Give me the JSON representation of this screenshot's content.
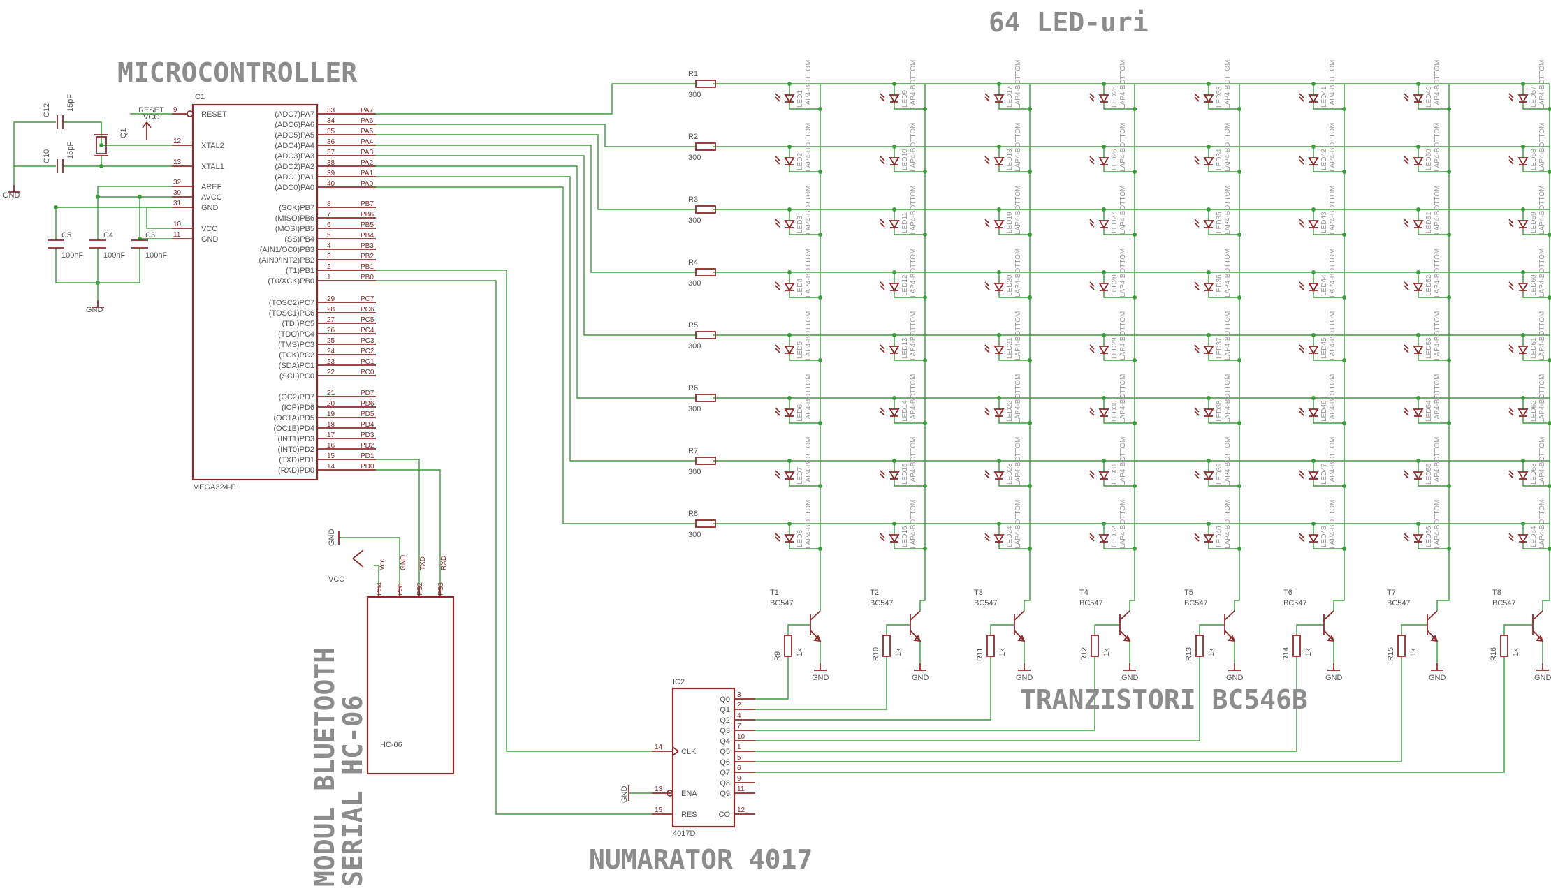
{
  "titles": {
    "leds": "64 LED-uri",
    "mcu": "MICROCONTROLLER",
    "tranzistori": "TRANZISTORI BC546B",
    "numarator": "NUMARATOR 4017",
    "bt_line1": "MODUL BLUETOOTH",
    "bt_line2": "SERIAL HC-06"
  },
  "mcu": {
    "ref": "IC1",
    "part": "MEGA324-P",
    "left_pins": [
      {
        "num": "9",
        "name": "RESET"
      },
      {
        "num": "12",
        "name": "XTAL2"
      },
      {
        "num": "13",
        "name": "XTAL1"
      },
      {
        "num": "32",
        "name": "AREF"
      },
      {
        "num": "30",
        "name": "AVCC"
      },
      {
        "num": "31",
        "name": "GND"
      },
      {
        "num": "10",
        "name": "VCC"
      },
      {
        "num": "11",
        "name": "GND"
      }
    ],
    "porta": [
      {
        "num": "33",
        "func": "(ADC7)PA7",
        "net": "PA7"
      },
      {
        "num": "34",
        "func": "(ADC6)PA6",
        "net": "PA6"
      },
      {
        "num": "35",
        "func": "(ADC5)PA5",
        "net": "PA5"
      },
      {
        "num": "36",
        "func": "(ADC4)PA4",
        "net": "PA4"
      },
      {
        "num": "37",
        "func": "(ADC3)PA3",
        "net": "PA3"
      },
      {
        "num": "38",
        "func": "(ADC2)PA2",
        "net": "PA2"
      },
      {
        "num": "39",
        "func": "(ADC1)PA1",
        "net": "PA1"
      },
      {
        "num": "40",
        "func": "(ADC0)PA0",
        "net": "PA0"
      }
    ],
    "portb": [
      {
        "num": "8",
        "func": "(SCK)PB7",
        "net": "PB7"
      },
      {
        "num": "7",
        "func": "(MISO)PB6",
        "net": "PB6"
      },
      {
        "num": "6",
        "func": "(MOSI)PB5",
        "net": "PB5"
      },
      {
        "num": "5",
        "func": "(SS)PB4",
        "net": "PB4"
      },
      {
        "num": "4",
        "func": "(AIN1/OC0)PB3",
        "net": "PB3"
      },
      {
        "num": "3",
        "func": "(AIN0/INT2)PB2",
        "net": "PB2"
      },
      {
        "num": "2",
        "func": "(T1)PB1",
        "net": "PB1"
      },
      {
        "num": "1",
        "func": "(T0/XCK)PB0",
        "net": "PB0"
      }
    ],
    "portc": [
      {
        "num": "29",
        "func": "(TOSC2)PC7",
        "net": "PC7"
      },
      {
        "num": "28",
        "func": "(TOSC1)PC6",
        "net": "PC6"
      },
      {
        "num": "27",
        "func": "(TDI)PC5",
        "net": "PC5"
      },
      {
        "num": "26",
        "func": "(TDO)PC4",
        "net": "PC4"
      },
      {
        "num": "25",
        "func": "(TMS)PC3",
        "net": "PC3"
      },
      {
        "num": "24",
        "func": "(TCK)PC2",
        "net": "PC2"
      },
      {
        "num": "23",
        "func": "(SDA)PC1",
        "net": "PC1"
      },
      {
        "num": "22",
        "func": "(SCL)PC0",
        "net": "PC0"
      }
    ],
    "portd": [
      {
        "num": "21",
        "func": "(OC2)PD7",
        "net": "PD7"
      },
      {
        "num": "20",
        "func": "(ICP)PD6",
        "net": "PD6"
      },
      {
        "num": "19",
        "func": "(OC1A)PD5",
        "net": "PD5"
      },
      {
        "num": "18",
        "func": "(OC1B)PD4",
        "net": "PD4"
      },
      {
        "num": "17",
        "func": "(INT1)PD3",
        "net": "PD3"
      },
      {
        "num": "16",
        "func": "(INT0)PD2",
        "net": "PD2"
      },
      {
        "num": "15",
        "func": "(TXD)PD1",
        "net": "PD1"
      },
      {
        "num": "14",
        "func": "(RXD)PD0",
        "net": "PD0"
      }
    ]
  },
  "passives": {
    "c12": "C12",
    "c12v": "15pF",
    "c10": "C10",
    "c10v": "15pF",
    "q1": "Q1",
    "c5": "C5",
    "c4": "C4",
    "c3": "C3",
    "cv": "100nF",
    "gnd": "GND",
    "vcc": "VCC",
    "reset": "RESET"
  },
  "resistors": {
    "names": [
      "R1",
      "R2",
      "R3",
      "R4",
      "R5",
      "R6",
      "R7",
      "R8"
    ],
    "value": "300"
  },
  "led_package": "LAP4-BOTTOM",
  "transistors": {
    "names": [
      "T1",
      "T2",
      "T3",
      "T4",
      "T5",
      "T6",
      "T7",
      "T8"
    ],
    "model": "BC547",
    "base_res": [
      "R9",
      "R10",
      "R11",
      "R12",
      "R13",
      "R14",
      "R15",
      "R16"
    ],
    "base_val": "1k"
  },
  "counter": {
    "ref": "IC2",
    "part": "4017D",
    "outputs": [
      {
        "name": "Q0",
        "num": "3"
      },
      {
        "name": "Q1",
        "num": "2"
      },
      {
        "name": "Q2",
        "num": "4"
      },
      {
        "name": "Q3",
        "num": "7"
      },
      {
        "name": "Q4",
        "num": "10"
      },
      {
        "name": "Q5",
        "num": "1"
      },
      {
        "name": "Q6",
        "num": "5"
      },
      {
        "name": "Q7",
        "num": "6"
      },
      {
        "name": "Q8",
        "num": "9"
      },
      {
        "name": "Q9",
        "num": "11"
      },
      {
        "name": "CO",
        "num": "12"
      }
    ],
    "inputs": [
      {
        "name": "CLK",
        "num": "14"
      },
      {
        "name": "ENA",
        "num": "13"
      },
      {
        "name": "RES",
        "num": "15"
      }
    ]
  },
  "bt": {
    "label": "HC-06",
    "pins": [
      {
        "pad": "PS4",
        "net": "Vcc"
      },
      {
        "pad": "PS1",
        "net": "GND"
      },
      {
        "pad": "PS2",
        "net": "TXD"
      },
      {
        "pad": "PS3",
        "net": "RXD"
      }
    ]
  }
}
